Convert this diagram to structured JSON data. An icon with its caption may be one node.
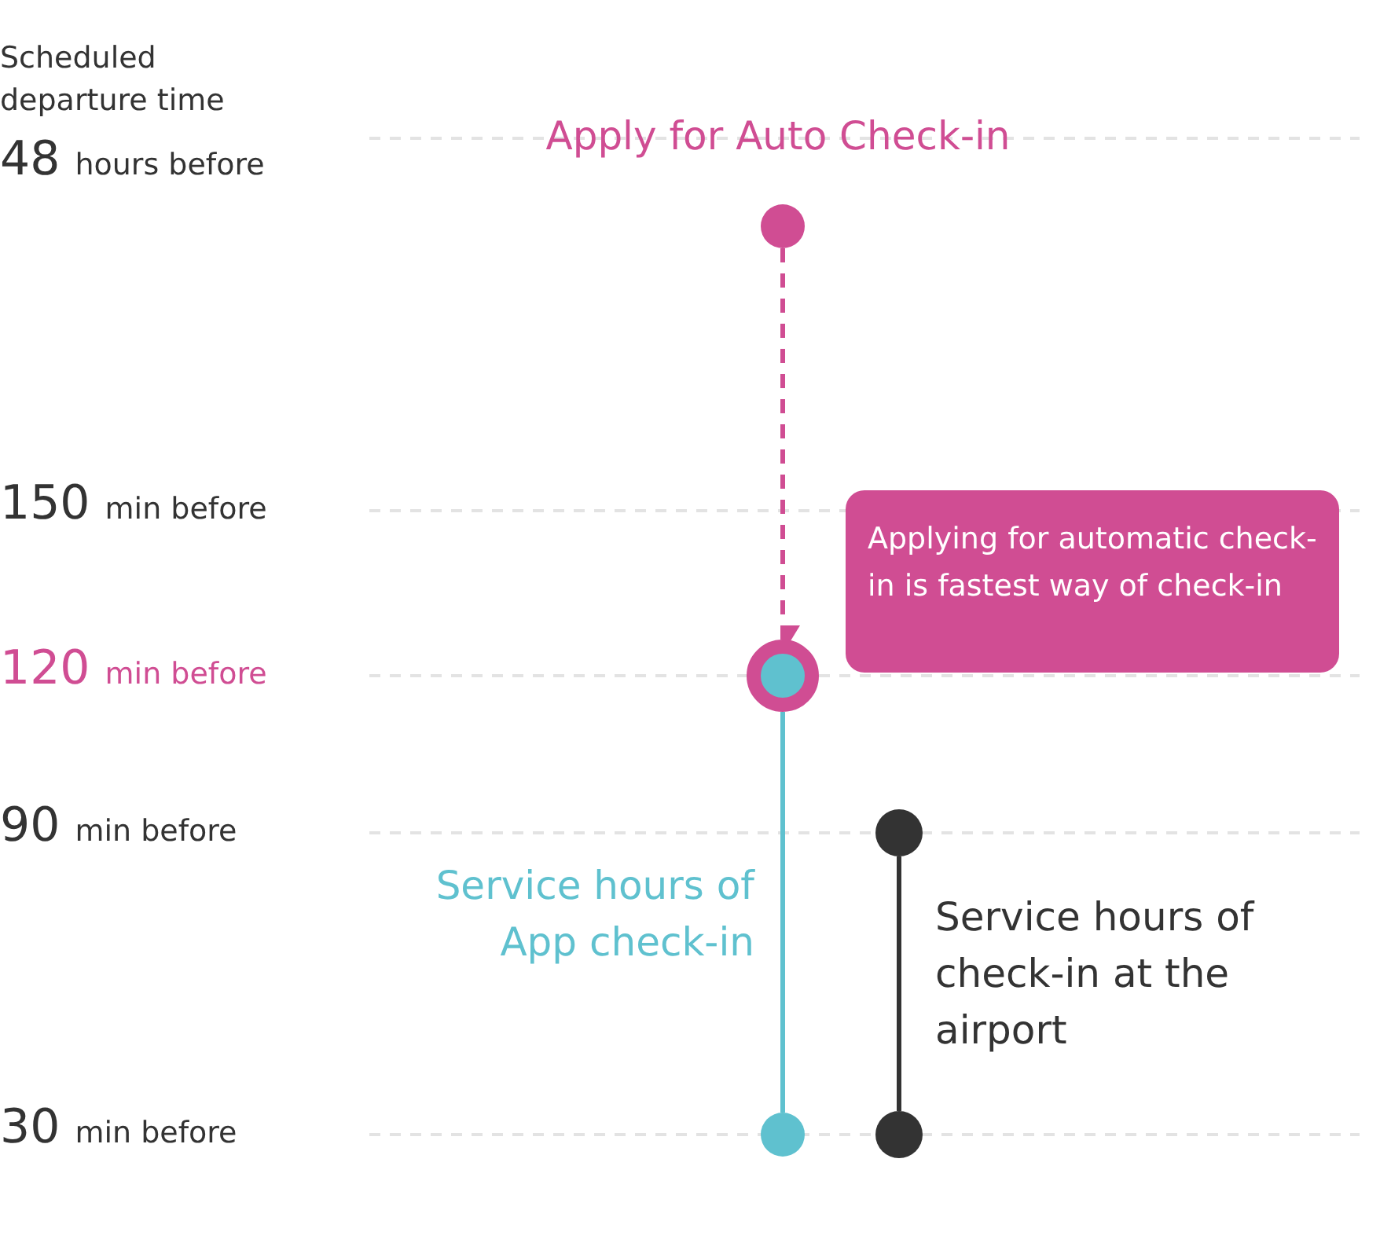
{
  "diagram": {
    "nodes": [
      {
        "text": [],
        "shape": "circle",
        "beside": [
          "Apply for Auto Check-in"
        ]
      },
      {
        "text": [],
        "shape": "circle"
      },
      {
        "text": [],
        "shape": "circle"
      },
      {
        "text": [],
        "shape": "circle"
      },
      {
        "text": [],
        "shape": "circle"
      },
      {
        "text": [
          "Applying for automatic check-in is fastest way of check-in"
        ]
      }
    ],
    "edges": [
      {
        "from": 0,
        "to": 1,
        "arrow": "to",
        "style": "dashed",
        "color": "#d04d93"
      },
      {
        "from": 1,
        "to": 2,
        "arrow": "none",
        "label": "Service hours of App check-in",
        "color": "#5fc1cf"
      },
      {
        "from": 3,
        "to": 4,
        "arrow": "none",
        "label": "Service hours of check-in at the airport",
        "color": "#333333"
      }
    ],
    "labels": [
      "Scheduled departure time",
      "48 hours before",
      "150 min before",
      "120 min before",
      "90 min before",
      "30 min before"
    ]
  }
}
